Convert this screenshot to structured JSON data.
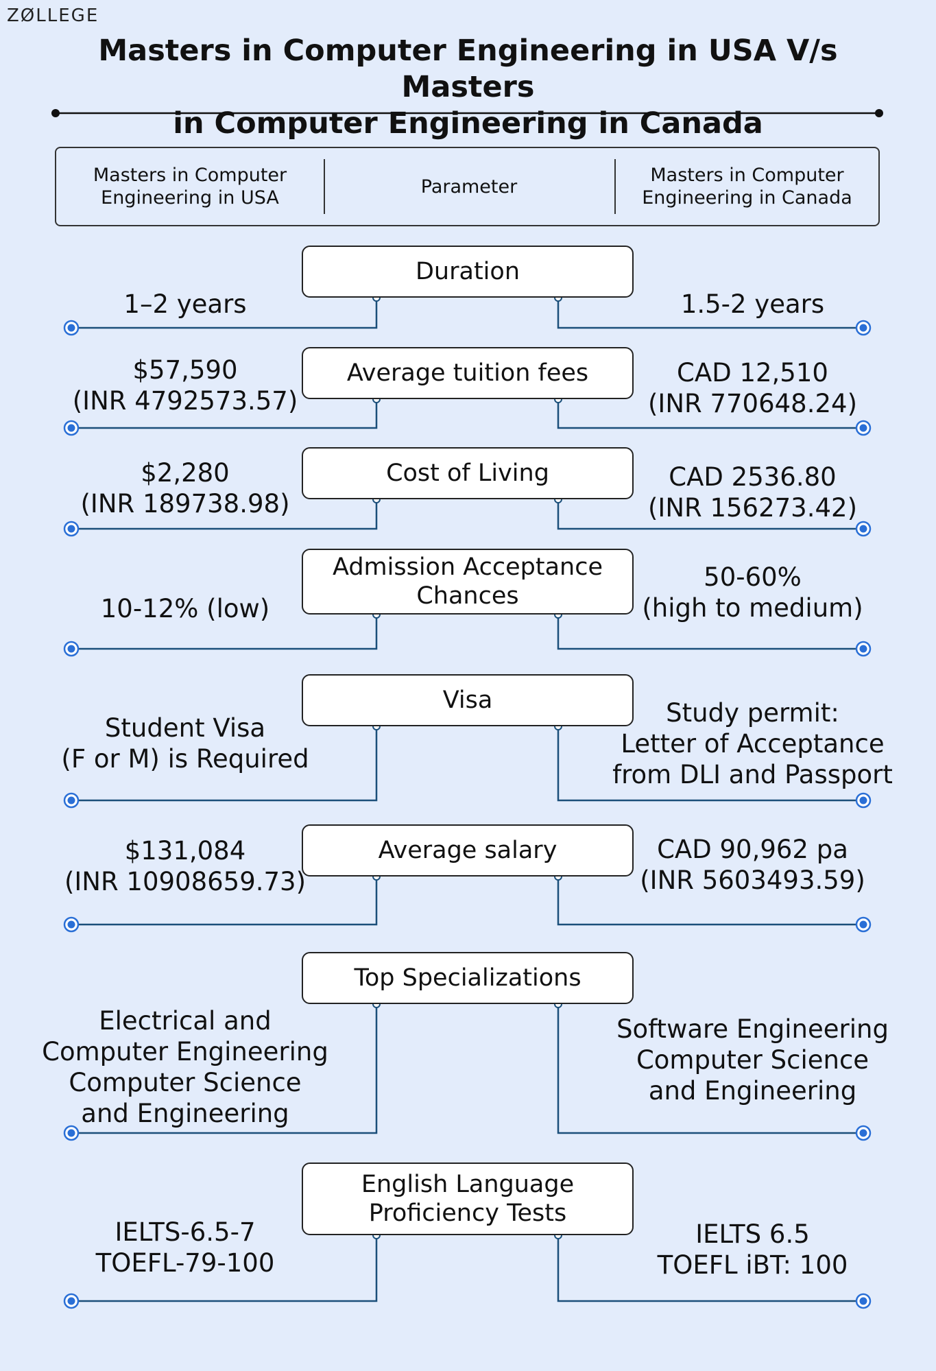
{
  "brand": "ZØLLEGE",
  "title": {
    "line1": "Masters in Computer Engineering in USA V/s Masters",
    "line2": "in Computer Engineering in Canada"
  },
  "header": {
    "left": [
      "Masters in Computer",
      "Engineering in USA"
    ],
    "middle": "Parameter",
    "right": [
      "Masters in Computer",
      "Engineering in Canada"
    ]
  },
  "rows": [
    {
      "parameter": [
        "Duration"
      ],
      "usa": [
        "1–2 years"
      ],
      "canada": [
        "1.5-2 years"
      ]
    },
    {
      "parameter": [
        "Average tuition fees"
      ],
      "usa": [
        "$57,590",
        "(INR 4792573.57)"
      ],
      "canada": [
        "CAD 12,510",
        "(INR 770648.24)"
      ]
    },
    {
      "parameter": [
        "Cost of Living"
      ],
      "usa": [
        "$2,280",
        "(INR 189738.98)"
      ],
      "canada": [
        "CAD 2536.80",
        "(INR 156273.42)"
      ]
    },
    {
      "parameter": [
        "Admission Acceptance",
        "Chances"
      ],
      "usa": [
        "10-12% (low)"
      ],
      "canada": [
        "50-60%",
        "(high to medium)"
      ]
    },
    {
      "parameter": [
        "Visa"
      ],
      "usa": [
        "Student Visa",
        "(F or M) is Required"
      ],
      "canada": [
        "Study permit:",
        "Letter of Acceptance",
        "from DLI and Passport"
      ]
    },
    {
      "parameter": [
        "Average salary"
      ],
      "usa": [
        "$131,084",
        "(INR 10908659.73)"
      ],
      "canada": [
        "CAD 90,962 pa",
        "(INR 5603493.59)"
      ]
    },
    {
      "parameter": [
        "Top Specializations"
      ],
      "usa": [
        "Electrical and",
        "Computer Engineering",
        "Computer Science",
        "and Engineering"
      ],
      "canada": [
        "Software Engineering",
        "Computer Science",
        "and Engineering"
      ]
    },
    {
      "parameter": [
        "English Language",
        "Proficiency Tests"
      ],
      "usa": [
        "IELTS-6.5-7",
        "TOEFL-79-100"
      ],
      "canada": [
        "IELTS 6.5",
        "TOEFL iBT: 100"
      ]
    }
  ],
  "colors": {
    "background": "#e3ecfb",
    "connector": "#1b4f7a",
    "endpoint": "#2a6fd6"
  }
}
